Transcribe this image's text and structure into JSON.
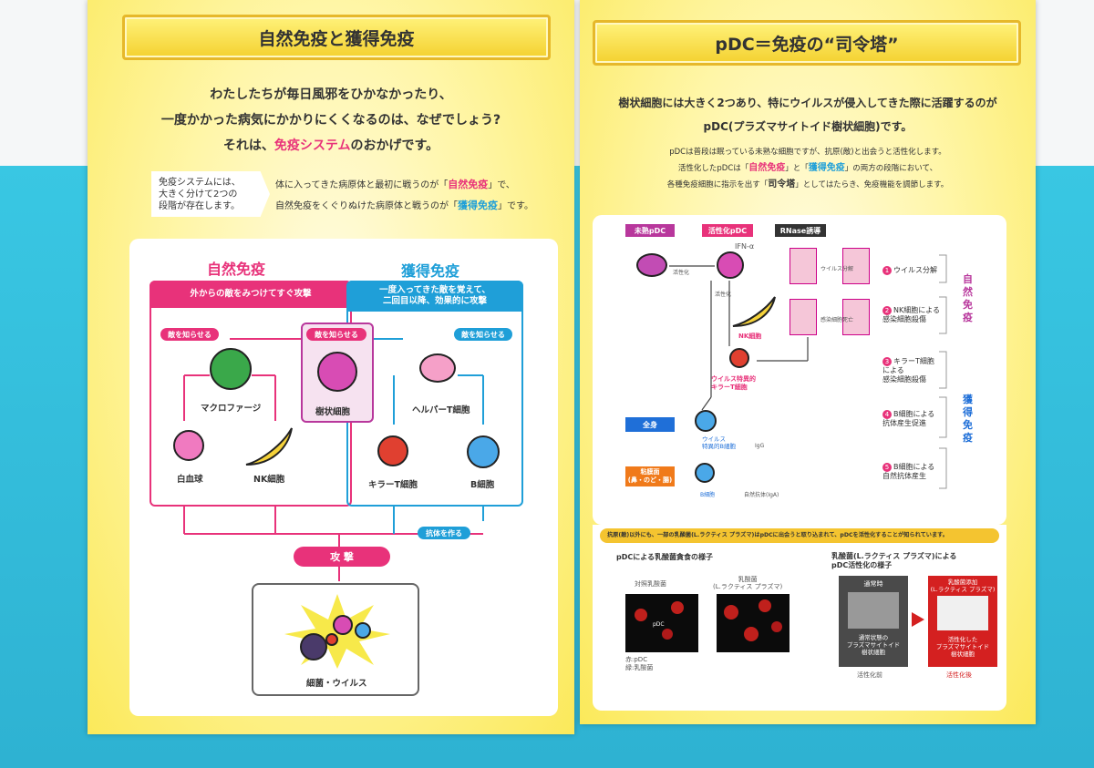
{
  "left_poster": {
    "title": "自然免疫と獲得免疫",
    "intro_line1": "わたしたちが毎日風邪をひかなかったり、",
    "intro_line2": "一度かかった病気にかかりにくくなるのは、なぜでしょう?",
    "intro_line3_a": "それは、",
    "intro_line3_b": "免疫システム",
    "intro_line3_c": "のおかげです。",
    "note_line1": "免疫システムには、",
    "note_line2": "大きく分けて2つの",
    "note_line3": "段階が存在します。",
    "desc_line1_a": "体に入ってきた病原体と最初に戦うのが「",
    "desc_line1_b": "自然免疫",
    "desc_line1_c": "」で、",
    "desc_line2_a": "自然免疫をくぐりぬけた病原体と戦うのが「",
    "desc_line2_b": "獲得免疫",
    "desc_line2_c": "」です。",
    "innate_heading": "自然免疫",
    "acquired_heading": "獲得免疫",
    "innate_box_head": "外からの敵をみつけてすぐ攻撃",
    "acquired_box_head_1": "一度入ってきた敵を覚えて、",
    "acquired_box_head_2": "二回目以降、効果的に攻撃",
    "notify_1": "敵を知らせる",
    "notify_2": "敵を知らせる",
    "notify_3": "敵を知らせる",
    "macrophage": "マクロファージ",
    "dendritic": "樹状細胞",
    "helper_t": "ヘルパーT細胞",
    "white_blood": "白血球",
    "nk_cell": "NK細胞",
    "killer_t": "キラーT細胞",
    "b_cell": "B細胞",
    "antibody": "抗体を作る",
    "attack": "攻 撃",
    "bacteria_virus": "細菌・ウイルス"
  },
  "right_poster": {
    "title": "pDC＝免疫の“司令塔”",
    "intro_line1": "樹状細胞には大きく2つあり、特にウイルスが侵入してきた際に活躍するのが",
    "intro_line2": "pDC(プラズマサイトイド樹状細胞)です。",
    "desc_line1": "pDCは普段は眠っている未熟な細胞ですが、抗原(敵)と出会うと活性化します。",
    "desc_line2_a": "活性化したpDCは「",
    "desc_line2_b": "自然免疫",
    "desc_line2_c": "」と「",
    "desc_line2_d": "獲得免疫",
    "desc_line2_e": "」の両方の段階において、",
    "desc_line3_a": "各種免疫細胞に指示を出す「",
    "desc_line3_b": "司令塔",
    "desc_line3_c": "」としてはたらき、免疫機能を調節します。",
    "tag_immature": "未熟pDC",
    "tag_active": "活性化pDC",
    "tag_rnase": "RNase誘導",
    "ifn": "IFN-α",
    "activation_1": "活性化",
    "activation_2": "活性化",
    "virus_decomp": "ウイルス分解",
    "infected_death": "感染細胞死亡",
    "nk_label": "NK細胞",
    "virus_killer_1": "ウイルス特異的",
    "virus_killer_2": "キラーT細胞",
    "whole_body": "全身",
    "mucosa_1": "粘膜面",
    "mucosa_2": "(鼻・のど・腸)",
    "virus_b_1": "ウイルス",
    "virus_b_2": "特異的B細胞",
    "igg": "IgG",
    "b_cell": "B細胞",
    "natural_antibody": "自然抗体(IgA)",
    "step1": "ウイルス分解",
    "step2_1": "NK細胞による",
    "step2_2": "感染細胞殺傷",
    "step3_1": "キラーT細胞",
    "step3_2": "による",
    "step3_3": "感染細胞殺傷",
    "step4_1": "B細胞による",
    "step4_2": "抗体産生促進",
    "step5_1": "B細胞による",
    "step5_2": "自然抗体産生",
    "n1": "1",
    "n2": "2",
    "n3": "3",
    "n4": "4",
    "n5": "5",
    "side_innate": "自然免疫",
    "side_acquired": "獲得免疫",
    "lab_banner": "抗原(敵)以外にも、一部の乳酸菌(L.ラクティス プラズマ)はpDCに出会うと取り込まれて、pDCを活性化することが知られています。",
    "sub_left": "pDCによる乳酸菌貪食の様子",
    "sub_right_1": "乳酸菌(L.ラクティス プラズマ)による",
    "sub_right_2": "pDC活性化の様子",
    "control": "対照乳酸菌",
    "lactis_1": "乳酸菌",
    "lactis_2": "(L.ラクティス プラズマ)",
    "pdc": "pDC",
    "red_pdc": "赤:pDC",
    "green_lab": "緑:乳酸菌",
    "normal": "通常時",
    "normal_desc_1": "通常状態の",
    "normal_desc_2": "プラズマサイトイド",
    "normal_desc_3": "樹状細胞",
    "added_1": "乳酸菌添加",
    "added_2": "(L.ラクティス プラズマ)",
    "activated_1": "活性化した",
    "activated_2": "プラズマサイトイド",
    "activated_3": "樹状細胞",
    "before": "活性化前",
    "after": "活性化後"
  },
  "colors": {
    "pink": "#e8327a",
    "blue": "#1f9fd8",
    "magenta": "#c23ca8",
    "banner_gold": "#f4d130"
  }
}
